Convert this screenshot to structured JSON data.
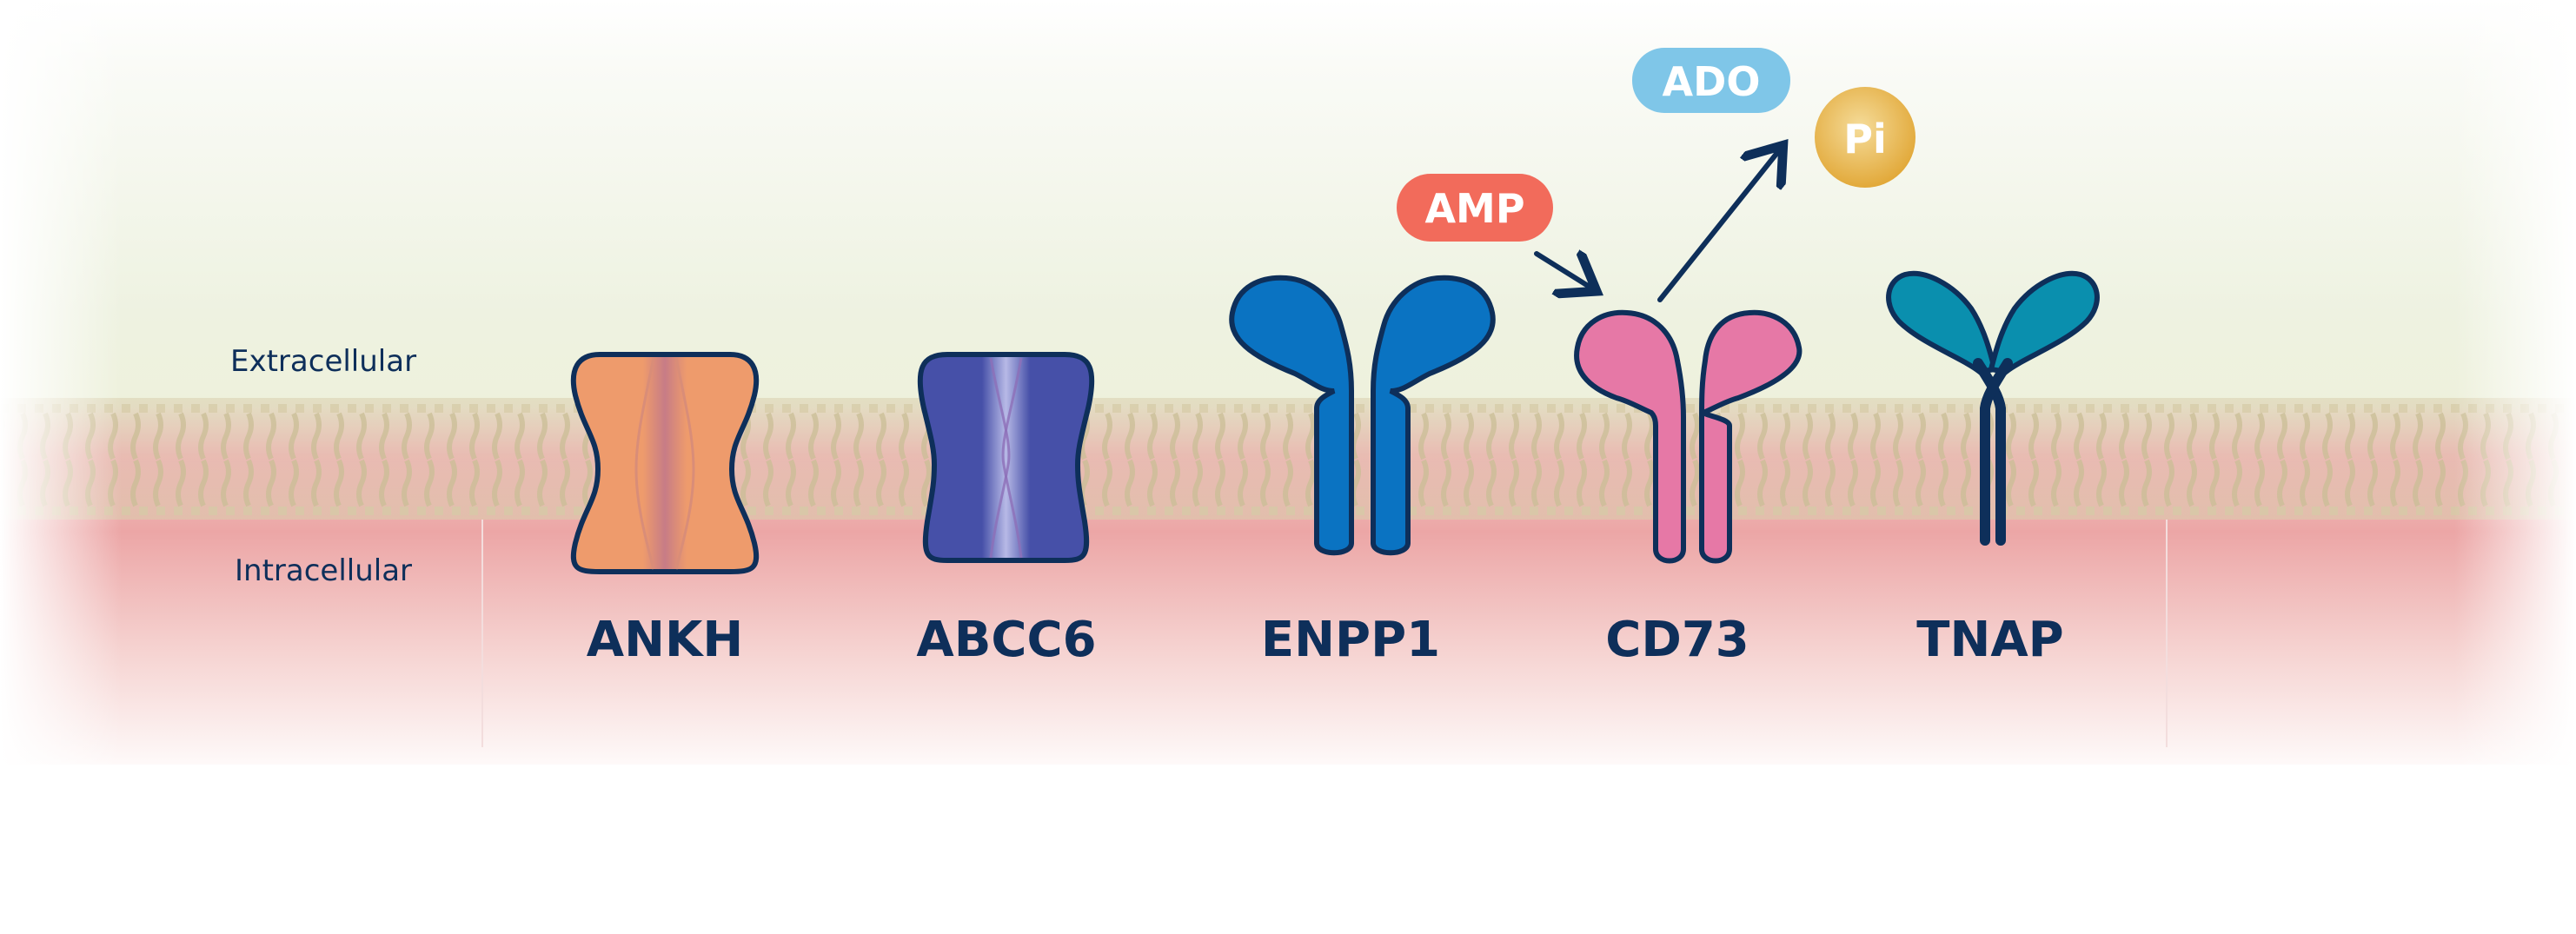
{
  "regions": {
    "extracellular": "Extracellular",
    "intracellular": "Intracellular"
  },
  "proteins": {
    "ankh": "ANKH",
    "abcc6": "ABCC6",
    "enpp1": "ENPP1",
    "cd73": "CD73",
    "tnap": "TNAP"
  },
  "molecules": {
    "amp": "AMP",
    "ado": "ADO",
    "pi": "Pi"
  },
  "colors": {
    "ankh": "#ee9b6c",
    "abcc6": "#4650a8",
    "enpp1": "#0a73c2",
    "cd73": "#e678a6",
    "tnap": "#0a8fae",
    "amp": "#f26b5b",
    "ado": "#7fc6e8",
    "pi": "#e2a93a",
    "outline": "#0e2f5a"
  }
}
